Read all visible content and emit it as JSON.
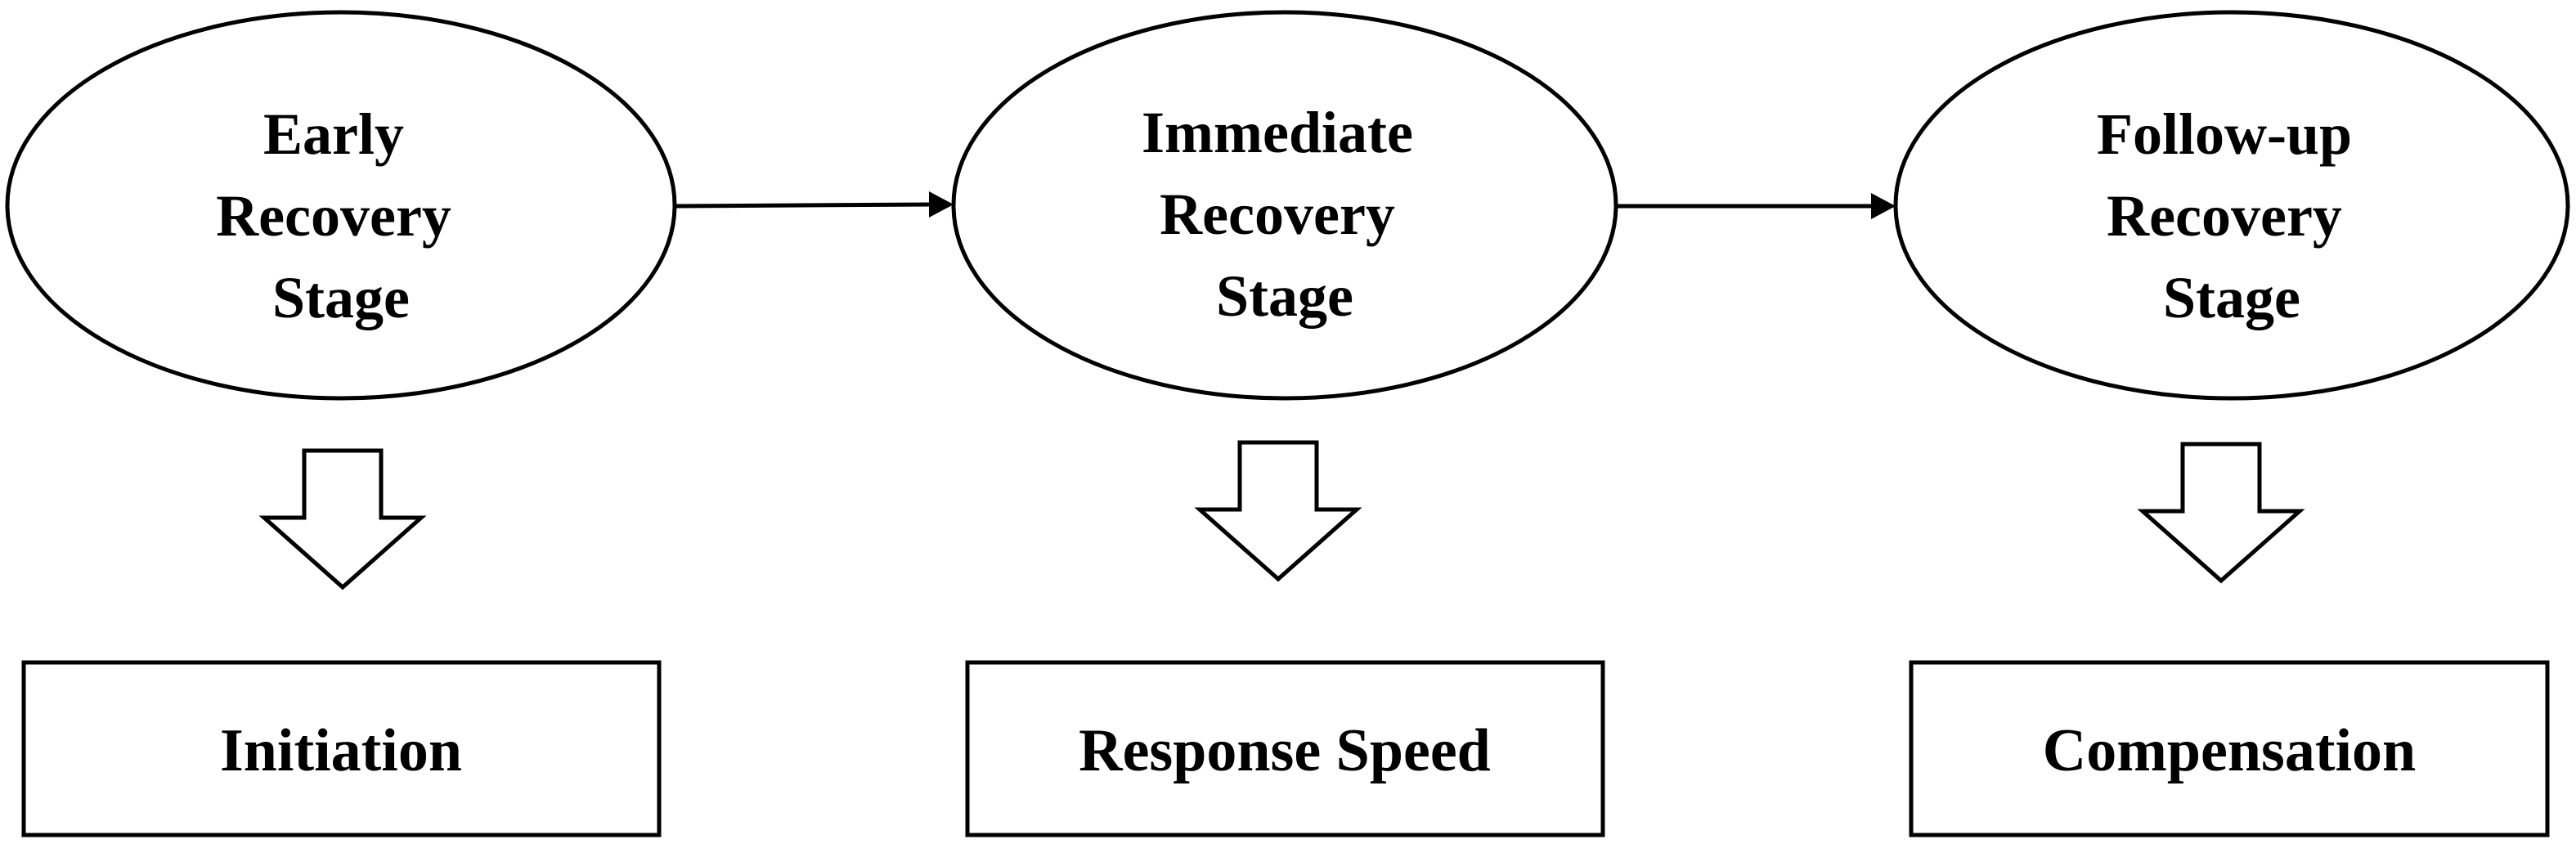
{
  "stages": [
    {
      "lines": [
        "Early",
        "Recovery",
        "Stage"
      ],
      "result": "Initiation"
    },
    {
      "lines": [
        "Immediate",
        "Recovery",
        "Stage"
      ],
      "result": "Response Speed"
    },
    {
      "lines": [
        "Follow-up",
        "Recovery",
        "Stage"
      ],
      "result": "Compensation"
    }
  ]
}
